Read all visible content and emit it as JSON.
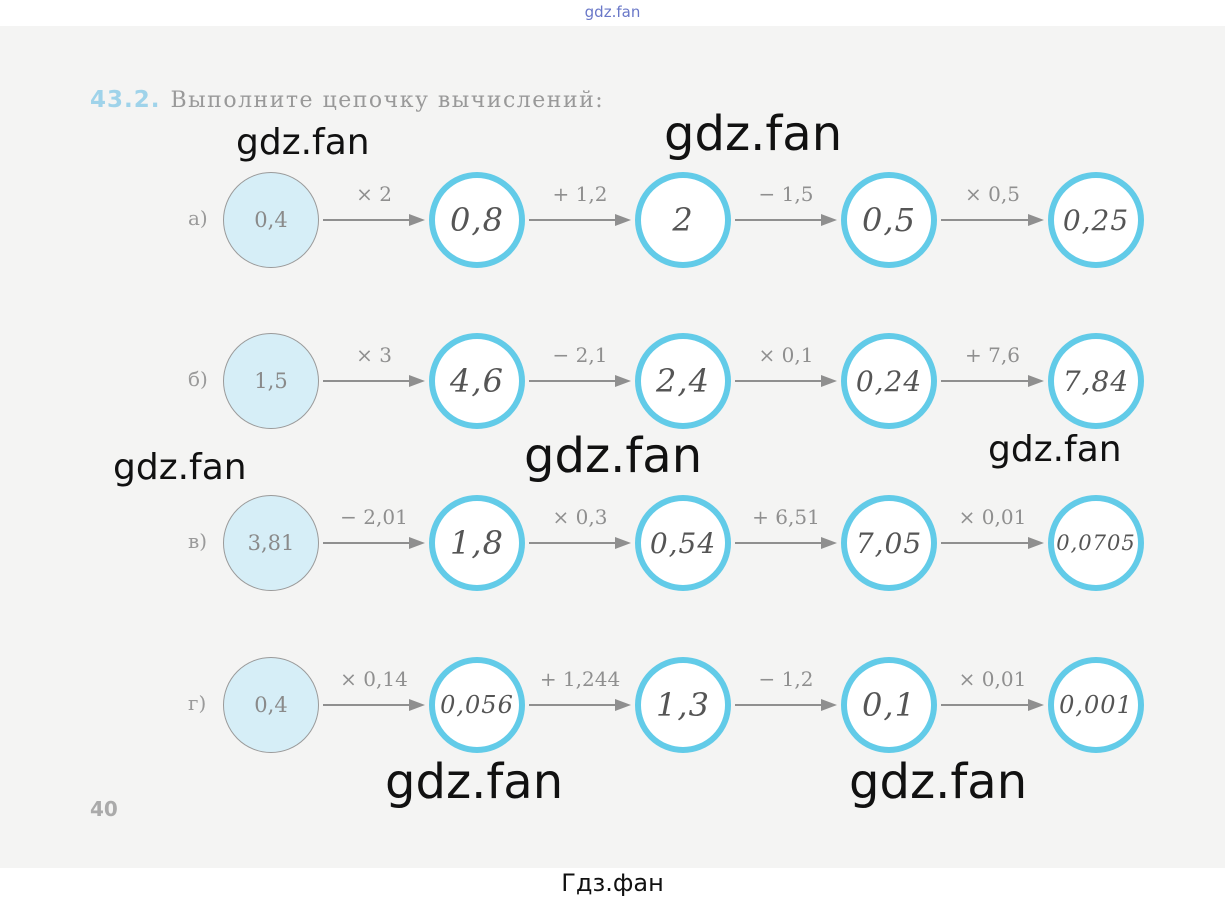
{
  "header_watermark": "gdz.fan",
  "footer_text": "Гдз.фан",
  "task": {
    "number": "43.2.",
    "instruction": "Выполните цепочку вычислений:"
  },
  "rows": [
    {
      "label": "а)",
      "start": "0,4",
      "ops": [
        "× 2",
        "+ 1,2",
        "− 1,5",
        "× 0,5"
      ],
      "answers": [
        "0,8",
        "2",
        "0,5",
        "0,25"
      ]
    },
    {
      "label": "б)",
      "start": "1,5",
      "ops": [
        "× 3",
        "− 2,1",
        "× 0,1",
        "+ 7,6"
      ],
      "answers": [
        "4,6",
        "2,4",
        "0,24",
        "7,84"
      ]
    },
    {
      "label": "в)",
      "start": "3,81",
      "ops": [
        "− 2,01",
        "× 0,3",
        "+ 6,51",
        "× 0,01"
      ],
      "answers": [
        "1,8",
        "0,54",
        "7,05",
        "0,0705"
      ]
    },
    {
      "label": "г)",
      "start": "0,4",
      "ops": [
        "× 0,14",
        "+ 1,244",
        "− 1,2",
        "× 0,01"
      ],
      "answers": [
        "0,056",
        "1,3",
        "0,1",
        "0,001"
      ]
    }
  ],
  "watermarks": [
    "gdz.fan",
    "gdz.fan",
    "gdz.fan",
    "gdz.fan",
    "gdz.fan",
    "gdz.fan",
    "gdz.fan"
  ],
  "page_number": "40",
  "colors": {
    "answer_ring": "#62cbe8",
    "given_fill": "#d6eef7",
    "task_number": "#9fd3ea"
  }
}
